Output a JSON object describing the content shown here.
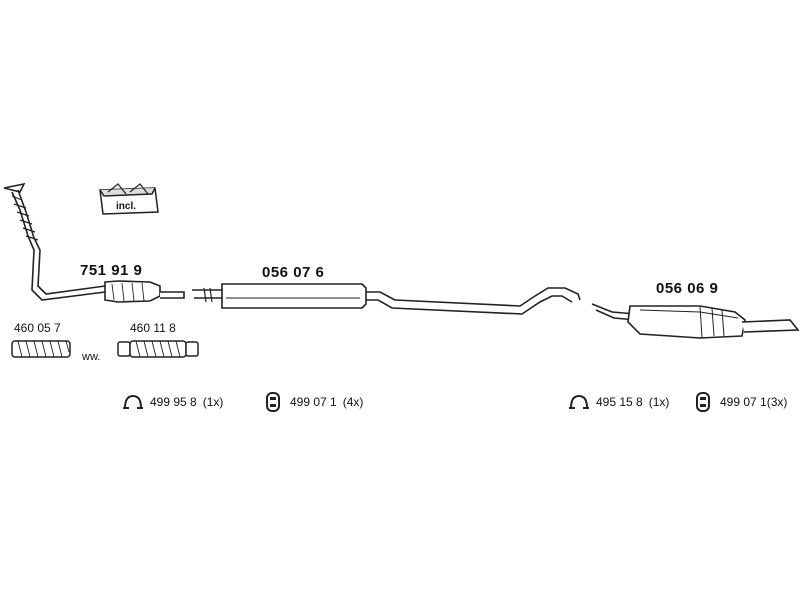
{
  "parts": {
    "front_pipe": "751 91 9",
    "middle_silencer": "056 07 6",
    "rear_silencer": "056 06 9",
    "flex_a": "460 05 7",
    "flex_b": "460 11 8"
  },
  "labels": {
    "incl": "incl.",
    "ww": "ww."
  },
  "hardware": [
    {
      "icon": "clamp-icon",
      "number": "499 95 8",
      "qty": "(1x)"
    },
    {
      "icon": "rubber-mount-icon",
      "number": "499 07 1",
      "qty": "(4x)"
    },
    {
      "icon": "clamp-icon",
      "number": "495 15 8",
      "qty": "(1x)"
    },
    {
      "icon": "rubber-mount-icon",
      "number": "499 07 1",
      "qty": "(3x)"
    }
  ]
}
